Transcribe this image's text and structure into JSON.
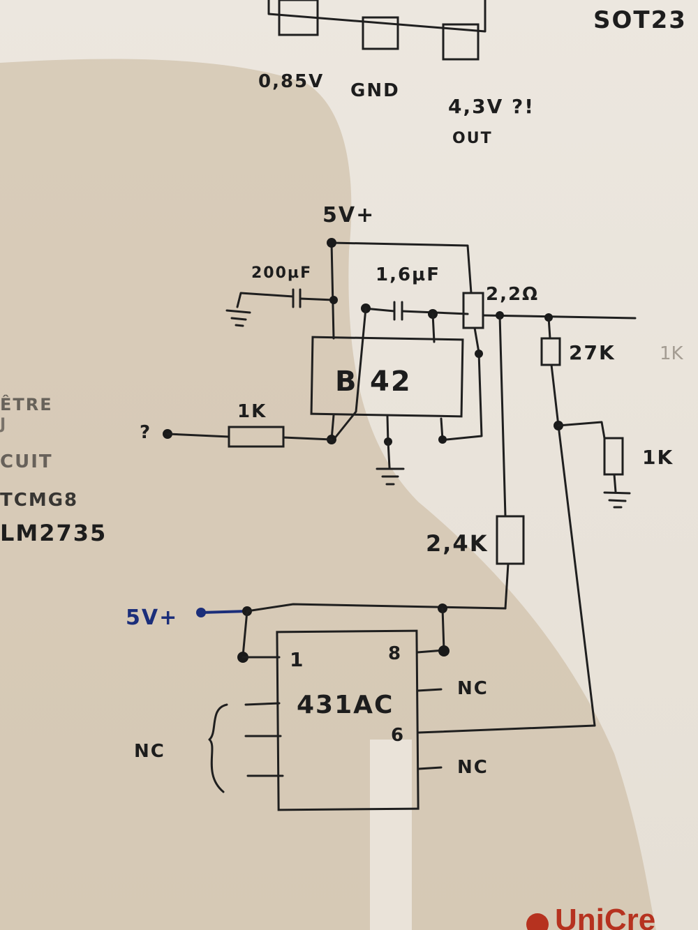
{
  "top_labels": {
    "package": "SOT23",
    "pin1_voltage": "0,85V",
    "pin2": "GND",
    "pin3_voltage": "4,3V ?!",
    "pin3_name": "OUT"
  },
  "left_margin_notes": [
    "ÊTRE",
    "J",
    "CUIT",
    "TCMG8",
    "LM2735"
  ],
  "circuit_top": {
    "supply": "5V+",
    "cap_input": "200µF",
    "cap_bootstrap": "1,6µF",
    "resistor_sense": "2,2Ω",
    "resistor_top_divider": "27K",
    "resistor_bottom_divider": "1K",
    "resistor_input": "1K",
    "ic_label_left": "B",
    "ic_label_right": "42",
    "input_marker": "?",
    "resistor_feed": "2,4K",
    "faint_note": "1K"
  },
  "circuit_bottom": {
    "supply": "5V+",
    "ic_name": "431AC",
    "pin1": "1",
    "pin8": "8",
    "pin6": "6",
    "nc_right_top": "NC",
    "nc_right_bottom": "NC",
    "nc_left": "NC"
  },
  "logo_text": "UniCre",
  "colors": {
    "ink": "#1f1f1f",
    "blue_ink": "#1b2e7a",
    "paper": "#ece7df",
    "logo": "#b6321f"
  }
}
